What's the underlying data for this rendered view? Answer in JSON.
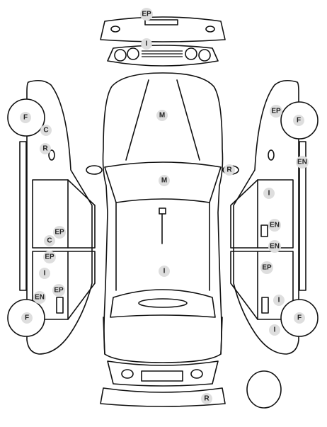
{
  "colors": {
    "line": "#111111",
    "badge_fill": "#dedede",
    "badge_text": "#222222",
    "background": "#ffffff"
  },
  "markers": {
    "front_bumper_ep": "EP",
    "hood_i": "I",
    "roof_m": "M",
    "windshield_m": "M",
    "right_mirror_r": "R",
    "body_i": "I",
    "rear_bumper_r": "R",
    "left_front_wheel_f": "F",
    "left_c": "C",
    "left_r": "R",
    "left_ep_1": "EP",
    "left_c_2": "C",
    "left_ep_2": "EP",
    "left_i": "I",
    "left_en": "EN",
    "left_ep_3": "EP",
    "left_rear_wheel_f": "F",
    "right_ep_1": "EP",
    "right_front_wheel_f": "F",
    "right_en_1": "EN",
    "right_i_1": "I",
    "right_en_2": "EN",
    "right_en_3": "EN",
    "right_ep_2": "EP",
    "right_i_2": "I",
    "right_rear_wheel_f": "F",
    "right_i_3": "I"
  }
}
